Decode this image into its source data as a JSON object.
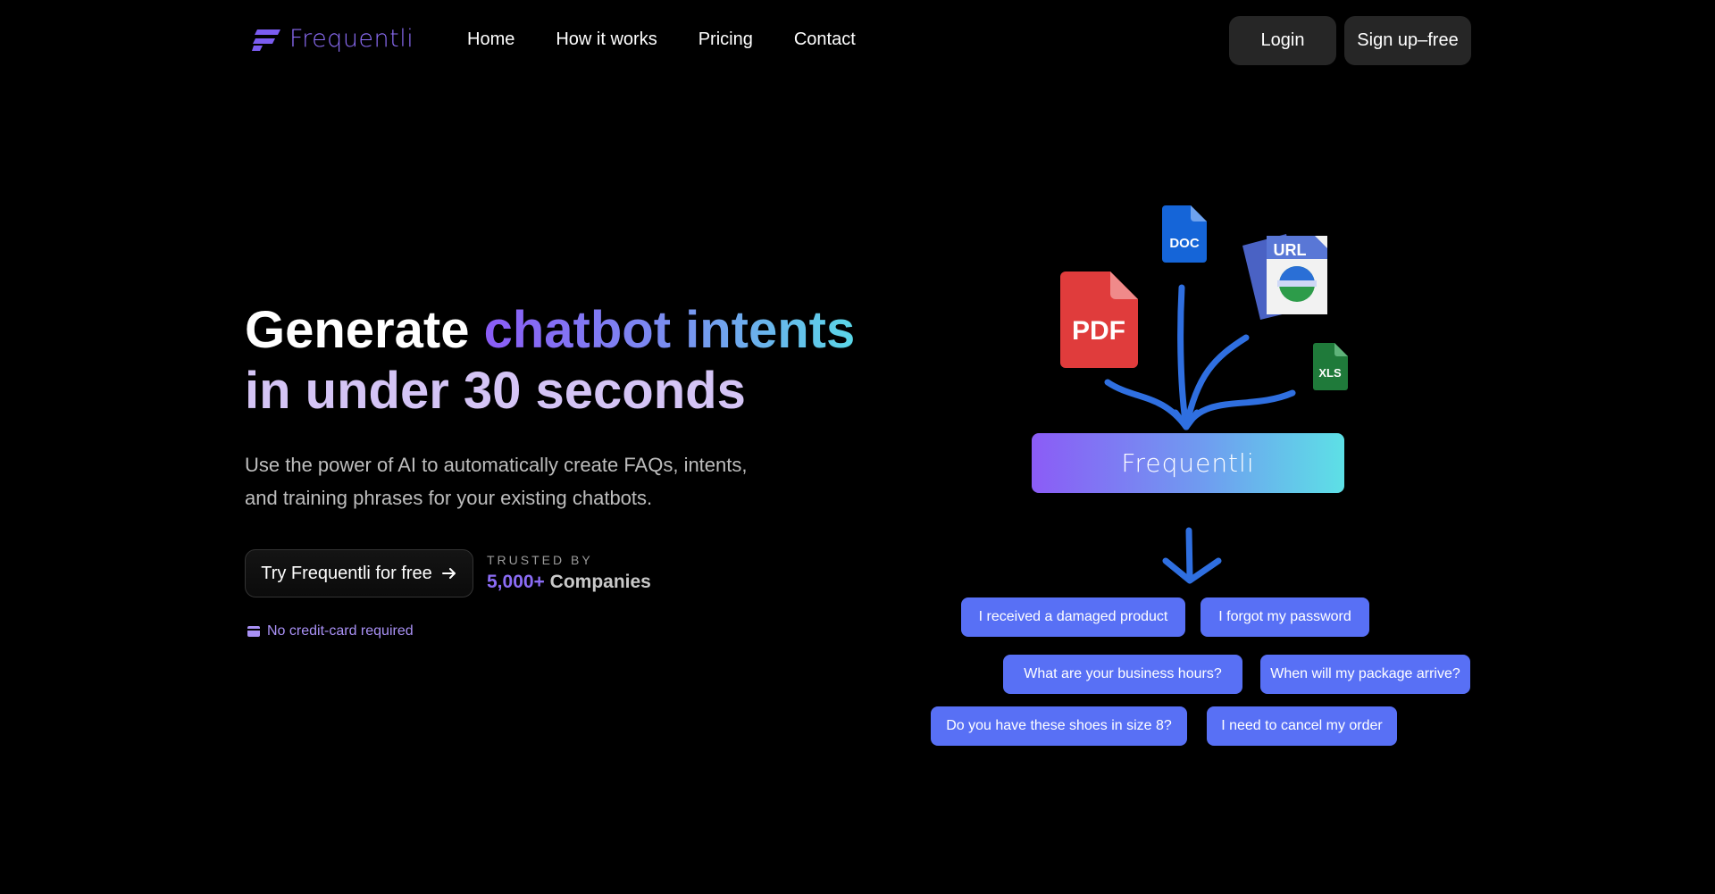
{
  "brand": {
    "name": "Frequentli",
    "color": "#8b6cf5"
  },
  "nav": {
    "links": [
      "Home",
      "How it works",
      "Pricing",
      "Contact"
    ],
    "login_label": "Login",
    "signup_label": "Sign up–free"
  },
  "hero": {
    "title_part1": "Generate ",
    "title_highlight": "chatbot intents",
    "title_part2": "in under 30 seconds",
    "subtitle_line1": "Use the power of AI to automatically create FAQs, intents,",
    "subtitle_line2": "and training phrases for your existing chatbots.",
    "cta_label": "Try Frequentli for free",
    "trusted_label": "TRUSTED BY",
    "trusted_number": "5,000+",
    "trusted_suffix": " Companies",
    "no_cc": "No credit-card required"
  },
  "illustration": {
    "file_labels": {
      "pdf": "PDF",
      "doc": "DOC",
      "url": "URL",
      "xls": "XLS"
    },
    "engine_label": "Frequentli",
    "intents": [
      "I received a damaged product",
      "I forgot my password",
      "What are your business hours?",
      "When will my package arrive?",
      "Do you have these shoes in size 8?",
      "I need to cancel my order"
    ]
  },
  "colors": {
    "accent": "#8b6cf5",
    "chip": "#5870f5",
    "arrow": "#2f6fe0",
    "pdf": "#e03c3c",
    "doc": "#1565d8",
    "xls": "#1f7a3a"
  }
}
